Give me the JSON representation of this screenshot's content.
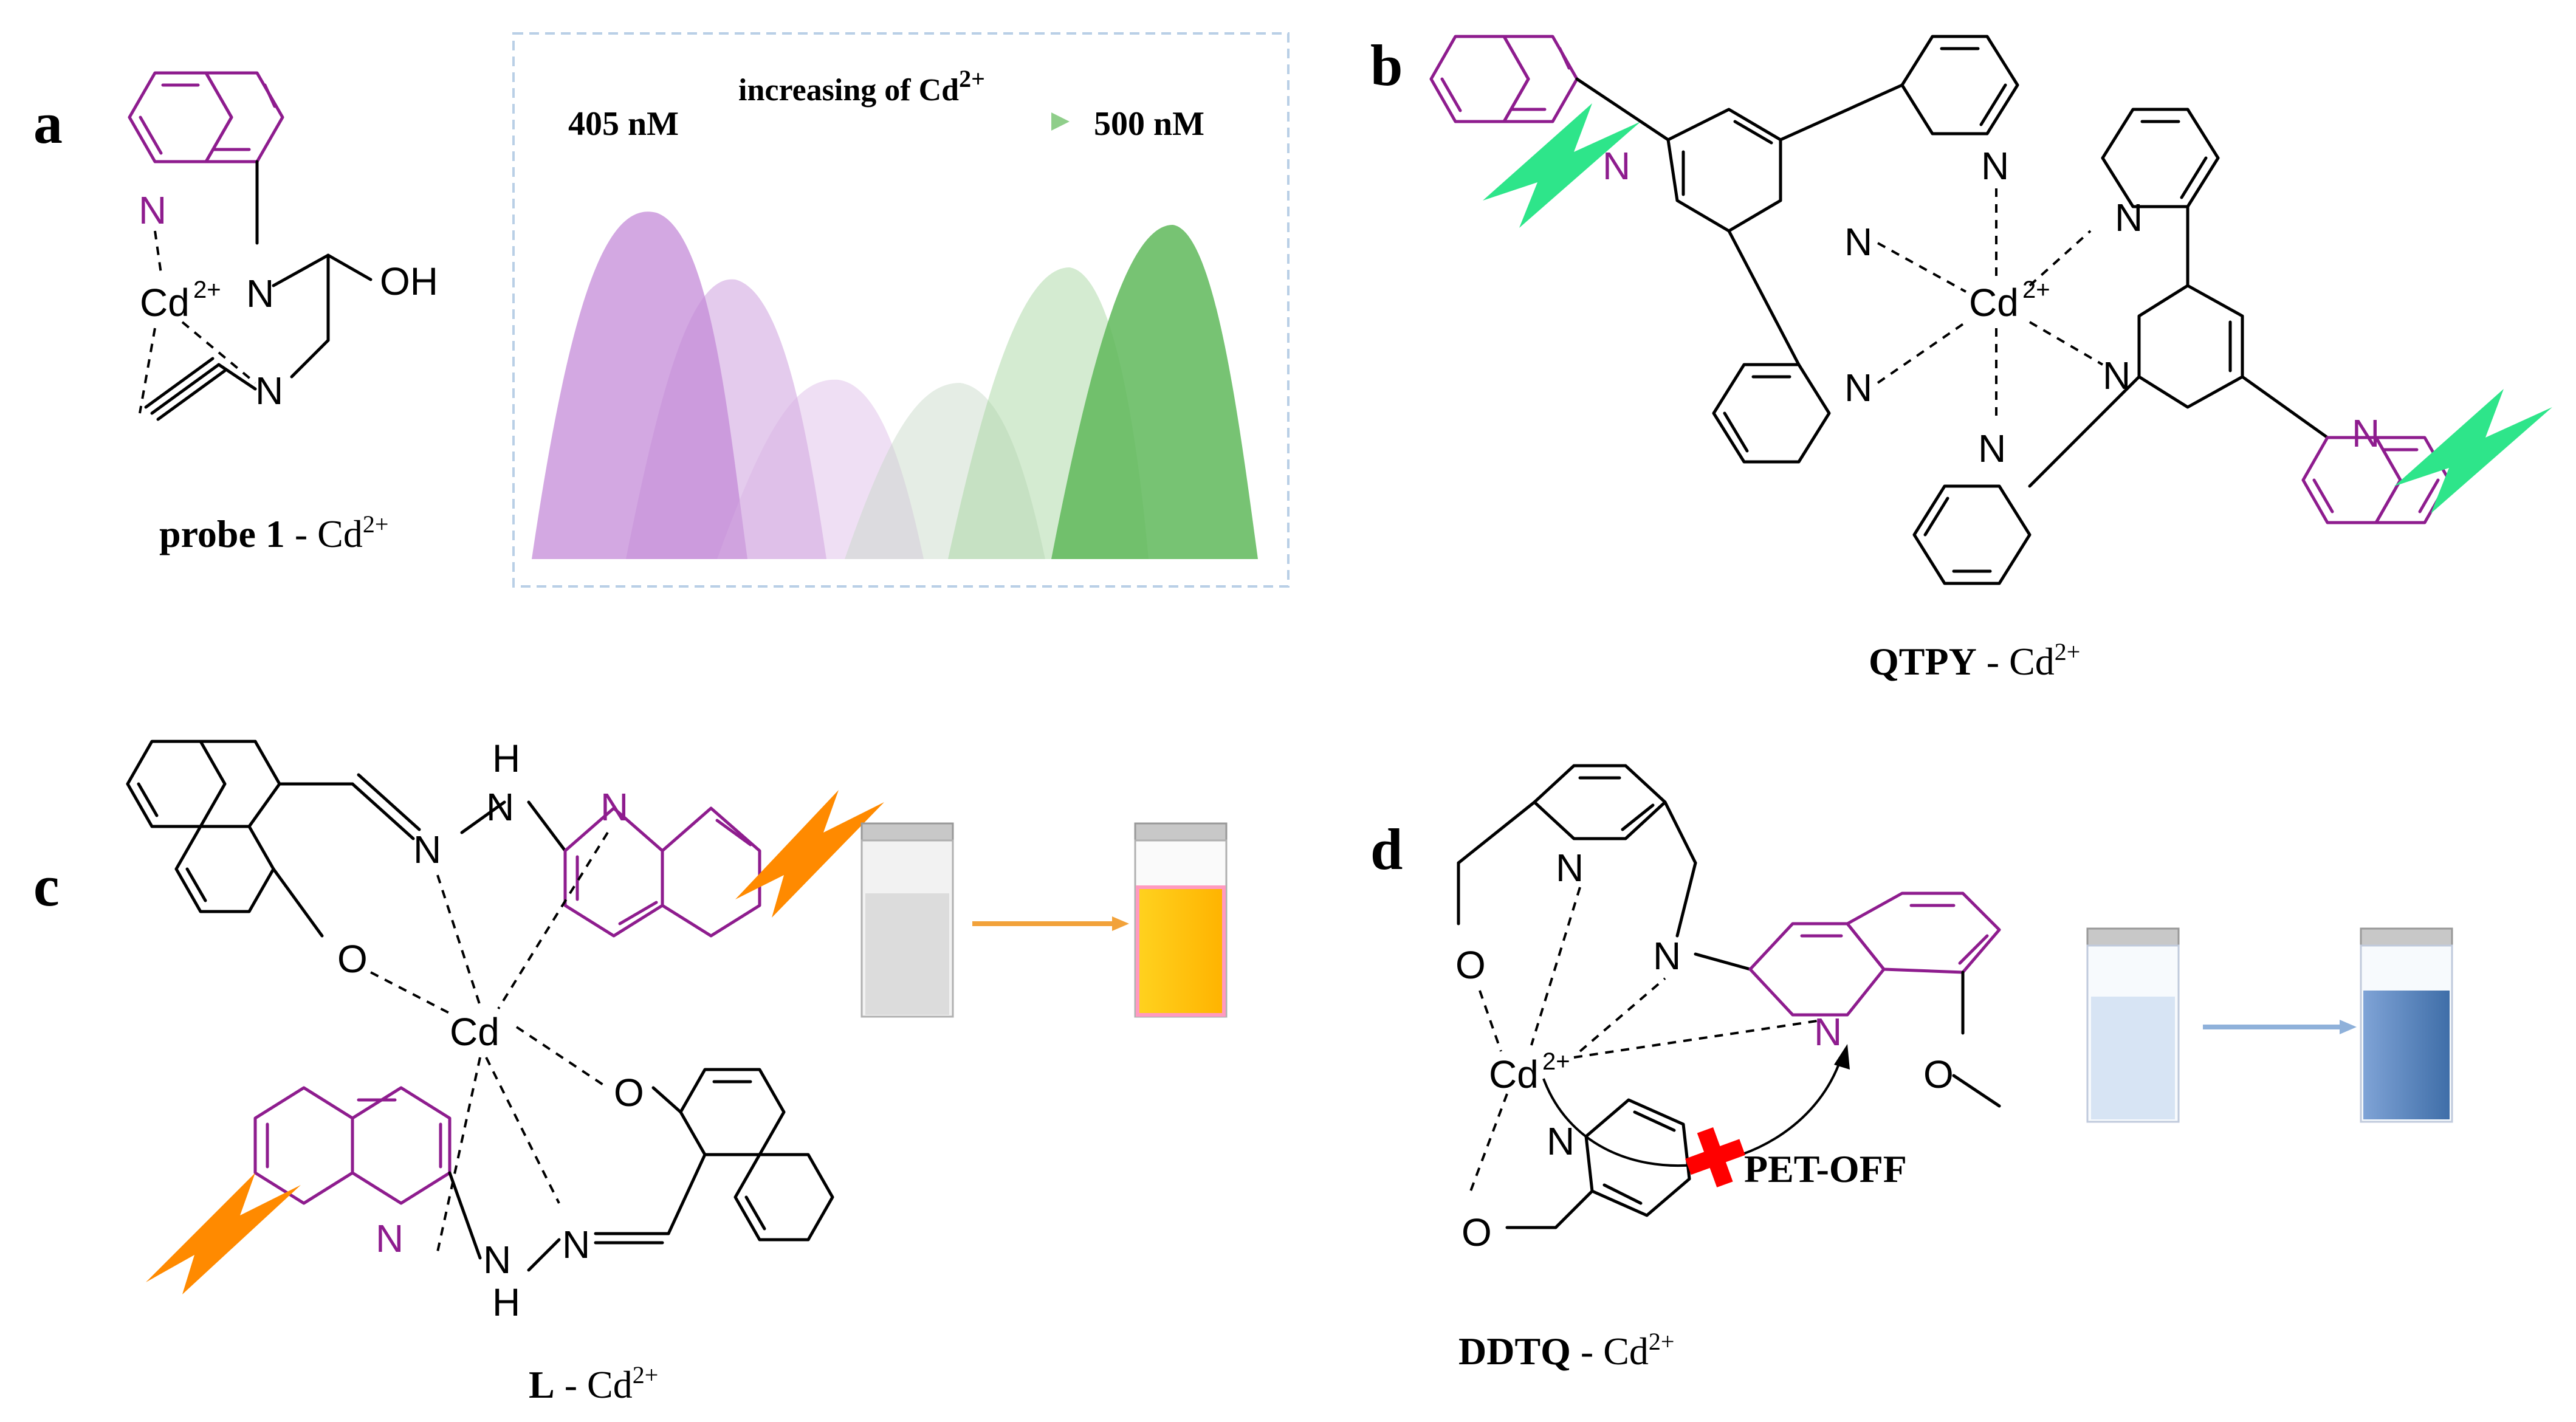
{
  "panels": {
    "a": {
      "letter": "a",
      "atoms": {
        "N1": "N",
        "Cd": "Cd",
        "Cd_charge": "2+",
        "N2": "N",
        "OH": "OH",
        "N3": "N"
      },
      "caption": {
        "bold": "probe 1",
        "sep": " - ",
        "metal": "Cd",
        "charge": "2+"
      },
      "inset": {
        "start_label": "405 nM",
        "arrow_label_prefix": "increasing of Cd",
        "arrow_label_charge": "2+",
        "end_label": "500 nM"
      }
    },
    "b": {
      "letter": "b",
      "atoms": {
        "N_q1": "N",
        "N_t1": "N",
        "N_t2": "N",
        "N_t3": "N",
        "Cd": "Cd",
        "Cd_charge": "2+",
        "N_t4": "N",
        "N_t5": "N",
        "N_t6": "N",
        "N_q2": "N"
      },
      "caption": {
        "bold": "QTPY",
        "sep": " - ",
        "metal": "Cd",
        "charge": "2+"
      }
    },
    "c": {
      "letter": "c",
      "atoms": {
        "H1": "H",
        "N1": "N",
        "N2": "N",
        "Nq1": "N",
        "O1": "O",
        "Cd": "Cd",
        "O2": "O",
        "N3": "N",
        "Nq2": "N",
        "N4": "N",
        "H2": "H"
      },
      "caption": {
        "bold": "L",
        "sep": " - ",
        "metal": "Cd",
        "charge": "2+"
      }
    },
    "d": {
      "letter": "d",
      "atoms": {
        "Npy1": "N",
        "O1": "O",
        "N_amine": "N",
        "Nq": "N",
        "Cd": "Cd",
        "Cd_charge": "2+",
        "Npy2": "N",
        "O2": "O",
        "O3": "O"
      },
      "pet_label": "PET-OFF",
      "caption": {
        "bold": "DDTQ",
        "sep": " - ",
        "metal": "Cd",
        "charge": "2+"
      }
    }
  },
  "colors": {
    "quinoline": "#8e1c8e",
    "lightning_green": "#2ee58a",
    "lightning_orange": "#ff8a00",
    "purple_peak": "#c48bd8",
    "green_peak": "#5fb85a",
    "vial_yellow": "#ffc400",
    "vial_blue": "#5b86c4",
    "pet_cross": "#ff0000"
  }
}
